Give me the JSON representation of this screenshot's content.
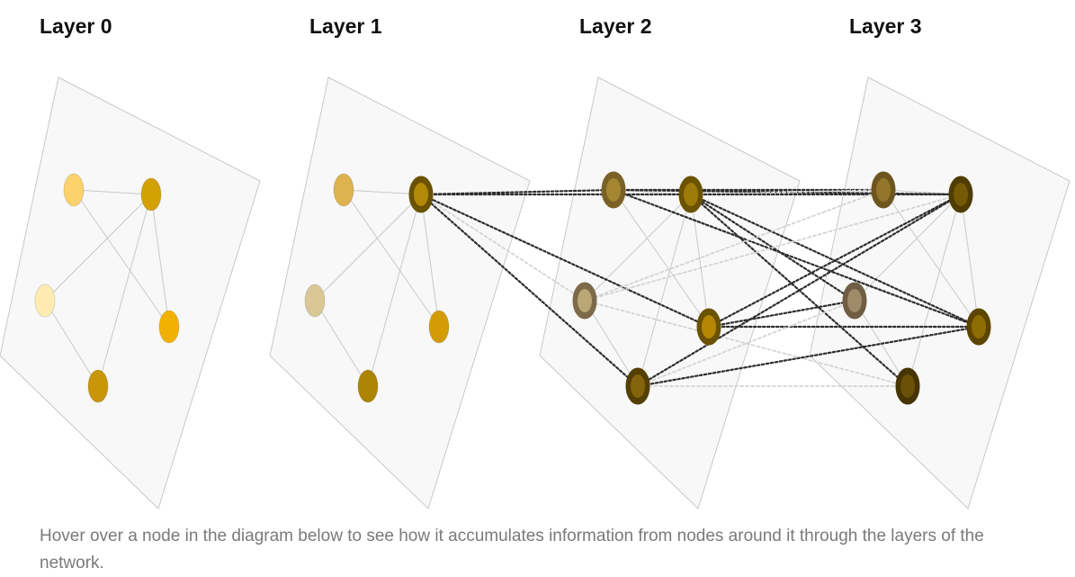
{
  "layers": [
    {
      "title": "Layer 0",
      "nodes": [
        {
          "id": "a",
          "color": "#fdd26a",
          "rim": "#fdd26a",
          "highlight": false
        },
        {
          "id": "b",
          "color": "#d4a102",
          "rim": "#d4a102",
          "highlight": false
        },
        {
          "id": "c",
          "color": "#feecb2",
          "rim": "#feecb2",
          "highlight": false
        },
        {
          "id": "d",
          "color": "#f2b100",
          "rim": "#f2b100",
          "highlight": false
        },
        {
          "id": "e",
          "color": "#c9960a",
          "rim": "#c9960a",
          "highlight": false
        }
      ]
    },
    {
      "title": "Layer 1",
      "nodes": [
        {
          "id": "a",
          "color": "#ddb24f",
          "rim": "#ddb24f",
          "highlight": false
        },
        {
          "id": "b",
          "color": "#b28a08",
          "rim": "#6b5200",
          "highlight": true
        },
        {
          "id": "c",
          "color": "#dac796",
          "rim": "#dac796",
          "highlight": false
        },
        {
          "id": "d",
          "color": "#d49c04",
          "rim": "#d49c04",
          "highlight": false
        },
        {
          "id": "e",
          "color": "#ad8303",
          "rim": "#ad8303",
          "highlight": false
        }
      ]
    },
    {
      "title": "Layer 2",
      "nodes": [
        {
          "id": "a",
          "color": "#a58633",
          "rim": "#7a6126",
          "highlight": true
        },
        {
          "id": "b",
          "color": "#9c7b08",
          "rim": "#6b5200",
          "highlight": true
        },
        {
          "id": "c",
          "color": "#bba675",
          "rim": "#7d6a48",
          "highlight": true
        },
        {
          "id": "d",
          "color": "#b58704",
          "rim": "#6b5200",
          "highlight": true
        },
        {
          "id": "e",
          "color": "#85650c",
          "rim": "#553f02",
          "highlight": true
        }
      ]
    },
    {
      "title": "Layer 3",
      "nodes": [
        {
          "id": "a",
          "color": "#94762a",
          "rim": "#6e5520",
          "highlight": true
        },
        {
          "id": "b",
          "color": "#755a06",
          "rim": "#4f3c00",
          "highlight": true
        },
        {
          "id": "c",
          "color": "#a08b68",
          "rim": "#6f5e43",
          "highlight": true
        },
        {
          "id": "d",
          "color": "#8f6d05",
          "rim": "#5c4500",
          "highlight": true
        },
        {
          "id": "e",
          "color": "#6a5008",
          "rim": "#463500",
          "highlight": true
        }
      ]
    }
  ],
  "edges": [
    [
      "a",
      "b"
    ],
    [
      "a",
      "d"
    ],
    [
      "b",
      "c"
    ],
    [
      "b",
      "e"
    ],
    [
      "b",
      "d"
    ],
    [
      "c",
      "e"
    ]
  ],
  "connections": [
    {
      "from": [
        1,
        "b"
      ],
      "to": [
        2,
        "a"
      ],
      "strength": "strong"
    },
    {
      "from": [
        1,
        "b"
      ],
      "to": [
        2,
        "b"
      ],
      "strength": "strong"
    },
    {
      "from": [
        1,
        "b"
      ],
      "to": [
        2,
        "d"
      ],
      "strength": "strong"
    },
    {
      "from": [
        1,
        "b"
      ],
      "to": [
        2,
        "e"
      ],
      "strength": "strong"
    },
    {
      "from": [
        1,
        "b"
      ],
      "to": [
        2,
        "c"
      ],
      "strength": "faint"
    },
    {
      "from": [
        2,
        "a"
      ],
      "to": [
        3,
        "a"
      ],
      "strength": "strong"
    },
    {
      "from": [
        2,
        "a"
      ],
      "to": [
        3,
        "b"
      ],
      "strength": "strong"
    },
    {
      "from": [
        2,
        "a"
      ],
      "to": [
        3,
        "d"
      ],
      "strength": "strong"
    },
    {
      "from": [
        2,
        "b"
      ],
      "to": [
        3,
        "a"
      ],
      "strength": "faint"
    },
    {
      "from": [
        2,
        "b"
      ],
      "to": [
        3,
        "b"
      ],
      "strength": "strong"
    },
    {
      "from": [
        2,
        "b"
      ],
      "to": [
        3,
        "c"
      ],
      "strength": "strong"
    },
    {
      "from": [
        2,
        "b"
      ],
      "to": [
        3,
        "d"
      ],
      "strength": "strong"
    },
    {
      "from": [
        2,
        "b"
      ],
      "to": [
        3,
        "e"
      ],
      "strength": "strong"
    },
    {
      "from": [
        2,
        "c"
      ],
      "to": [
        3,
        "a"
      ],
      "strength": "faint"
    },
    {
      "from": [
        2,
        "c"
      ],
      "to": [
        3,
        "b"
      ],
      "strength": "faint"
    },
    {
      "from": [
        2,
        "c"
      ],
      "to": [
        3,
        "e"
      ],
      "strength": "faint"
    },
    {
      "from": [
        2,
        "d"
      ],
      "to": [
        3,
        "b"
      ],
      "strength": "strong"
    },
    {
      "from": [
        2,
        "d"
      ],
      "to": [
        3,
        "c"
      ],
      "strength": "strong"
    },
    {
      "from": [
        2,
        "d"
      ],
      "to": [
        3,
        "d"
      ],
      "strength": "strong"
    },
    {
      "from": [
        2,
        "e"
      ],
      "to": [
        3,
        "b"
      ],
      "strength": "strong"
    },
    {
      "from": [
        2,
        "e"
      ],
      "to": [
        3,
        "d"
      ],
      "strength": "strong"
    },
    {
      "from": [
        2,
        "e"
      ],
      "to": [
        3,
        "e"
      ],
      "strength": "faint"
    },
    {
      "from": [
        2,
        "e"
      ],
      "to": [
        3,
        "c"
      ],
      "strength": "faint"
    }
  ],
  "caption": "Hover over a node in the diagram below to see how it accumulates information from nodes around it through the layers of the network."
}
